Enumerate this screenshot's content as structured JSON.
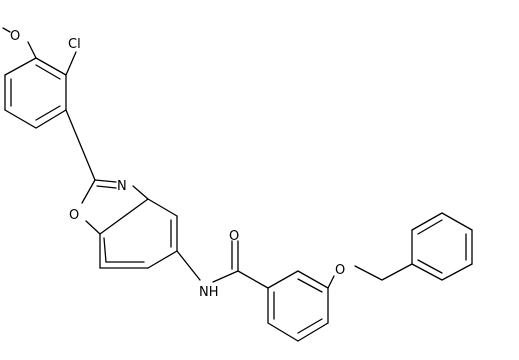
{
  "molecule": {
    "atoms": [
      {
        "id": "o-methoxy",
        "label": "O"
      },
      {
        "id": "cl",
        "label": "Cl"
      },
      {
        "id": "n-oxazole",
        "label": "N"
      },
      {
        "id": "o-oxazole",
        "label": "O"
      },
      {
        "id": "o-carbonyl",
        "label": "O"
      },
      {
        "id": "n-amide",
        "label": "NH"
      },
      {
        "id": "o-benzyloxy",
        "label": "O"
      }
    ]
  }
}
